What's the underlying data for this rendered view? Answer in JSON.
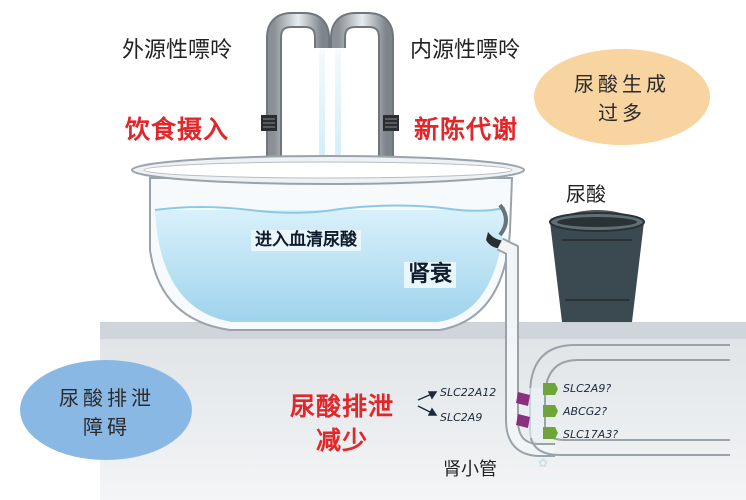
{
  "labels": {
    "exogenous_purine": "外源性嘌呤",
    "endogenous_purine": "内源性嘌呤",
    "dietary_intake": "饮食摄入",
    "metabolism": "新陈代谢",
    "uric_overproduction_line1": "尿酸生成",
    "uric_overproduction_line2": "过多",
    "uric_acid_bucket": "尿酸",
    "enter_serum": "进入血清尿酸",
    "renal_failure": "肾衰",
    "excretion_disorder_line1": "尿酸排泄",
    "excretion_disorder_line2": "障碍",
    "excretion_reduced_line1": "尿酸排泄",
    "excretion_reduced_line2": "减少",
    "renal_tubule": "肾小管"
  },
  "transporters": {
    "reabsorption": [
      "SLC22A12",
      "SLC2A9"
    ],
    "secretion": [
      "SLC2A9?",
      "ABCG2?",
      "SLC17A3?"
    ]
  },
  "colors": {
    "red_text": "#e2272b",
    "orange_blob": "#f8d4a0",
    "blue_blob": "#8ab8e4",
    "water": "#bfe6f5",
    "bucket": "#3a4a50",
    "transporter_green": "#6fa43a",
    "transporter_purple": "#8a2f7e"
  }
}
